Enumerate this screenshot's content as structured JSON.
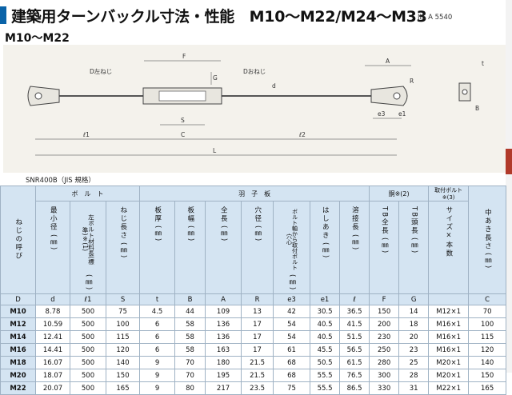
{
  "title": "建築用ターンバックル寸法・性能　M10〜M22/M24〜M33",
  "jis_note": "JIS A 5540",
  "subtitle": "M10〜M22",
  "diagram_labels": {
    "f": "F",
    "d_left": "D左ねじ",
    "d_right": "Dおねじ",
    "g": "G",
    "s": "S",
    "a": "A",
    "t": "t",
    "d": "d",
    "r": "R",
    "e3": "e3",
    "e1": "e1",
    "l1": "ℓ1",
    "c": "C",
    "l2": "ℓ2",
    "l": "L",
    "b": "B"
  },
  "standard_note": "SNR400B（JIS 規格）",
  "groups": {
    "bolt": "ボ　ル　ト",
    "plate": "羽　子　板",
    "body": "胴※(2)",
    "fitting": "取付ボルト※(3)"
  },
  "col_headers": {
    "size": "ねじの呼び",
    "bolt_dia": "最小径",
    "bolt_len_std": "左ボルト材料長(標準)※(1)",
    "thread_len": "ねじ長さ",
    "plate_thick": "板厚",
    "plate_width": "板幅",
    "total_len": "全長",
    "hole_dia": "穴径",
    "bolt_axis": "ボルト軸から取付ボルト穴心",
    "edge": "はしあき",
    "weld": "溶接長",
    "tb_total": "TB全長",
    "tb_head": "TB頭長",
    "fit_size": "サイズ×本数",
    "middle_gap": "中あき長さ"
  },
  "units": {
    "bolt_dia": "(㎜)",
    "bolt_len_std": "(㎜)",
    "thread_len": "(㎜)",
    "plate_thick": "(㎜)",
    "plate_width": "(㎜)",
    "total_len": "(㎜)",
    "hole_dia": "(㎜)",
    "bolt_axis": "(㎜)",
    "edge": "(㎜)",
    "weld": "(㎜)",
    "tb_total": "(㎜)",
    "tb_head": "(㎜)",
    "middle_gap": "(㎜)"
  },
  "symbols": [
    "D",
    "d",
    "ℓ1",
    "S",
    "t",
    "B",
    "A",
    "R",
    "e3",
    "e1",
    "ℓ",
    "F",
    "G",
    "",
    "C"
  ],
  "rows": [
    [
      "M10",
      "8.78",
      "500",
      "75",
      "4.5",
      "44",
      "109",
      "13",
      "42",
      "30.5",
      "36.5",
      "150",
      "14",
      "M12×1",
      "70"
    ],
    [
      "M12",
      "10.59",
      "500",
      "100",
      "6",
      "58",
      "136",
      "17",
      "54",
      "40.5",
      "41.5",
      "200",
      "18",
      "M16×1",
      "100"
    ],
    [
      "M14",
      "12.41",
      "500",
      "115",
      "6",
      "58",
      "136",
      "17",
      "54",
      "40.5",
      "51.5",
      "230",
      "20",
      "M16×1",
      "115"
    ],
    [
      "M16",
      "14.41",
      "500",
      "120",
      "6",
      "58",
      "163",
      "17",
      "61",
      "45.5",
      "56.5",
      "250",
      "23",
      "M16×1",
      "120"
    ],
    [
      "M18",
      "16.07",
      "500",
      "140",
      "9",
      "70",
      "180",
      "21.5",
      "68",
      "50.5",
      "61.5",
      "280",
      "25",
      "M20×1",
      "140"
    ],
    [
      "M20",
      "18.07",
      "500",
      "150",
      "9",
      "70",
      "195",
      "21.5",
      "68",
      "55.5",
      "76.5",
      "300",
      "28",
      "M20×1",
      "150"
    ],
    [
      "M22",
      "20.07",
      "500",
      "165",
      "9",
      "80",
      "217",
      "23.5",
      "75",
      "55.5",
      "86.5",
      "330",
      "31",
      "M22×1",
      "165"
    ]
  ]
}
